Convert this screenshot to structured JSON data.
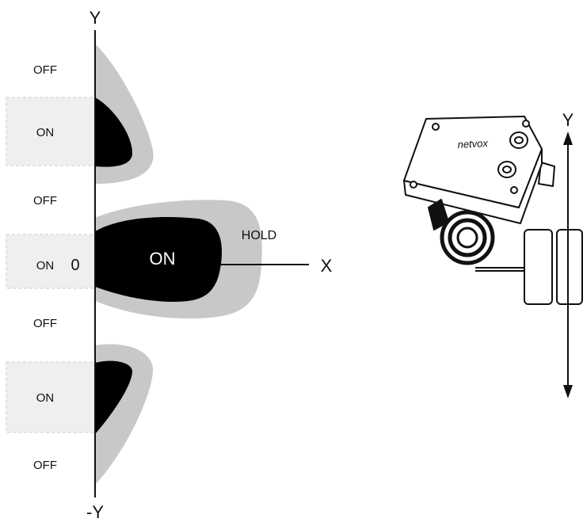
{
  "left_diagram": {
    "axis_labels": {
      "y_top": "Y",
      "y_bottom": "-Y",
      "x_right": "X",
      "origin": "0"
    },
    "zones": [
      {
        "label": "OFF",
        "state": "off"
      },
      {
        "label": "ON",
        "state": "on"
      },
      {
        "label": "OFF",
        "state": "off"
      },
      {
        "label": "ON",
        "state": "on"
      },
      {
        "label": "OFF",
        "state": "off"
      },
      {
        "label": "ON",
        "state": "on"
      },
      {
        "label": "OFF",
        "state": "off"
      }
    ],
    "lobe_labels": {
      "main_on": "ON",
      "hold": "HOLD"
    }
  },
  "right_diagram": {
    "brand": "netvox",
    "axis_label": "Y"
  },
  "colors": {
    "lobe_on": "#000000",
    "lobe_hold": "#c8c8c8",
    "on_zone_fill": "#efefef",
    "on_zone_border": "#cccccc",
    "line": "#111111"
  }
}
